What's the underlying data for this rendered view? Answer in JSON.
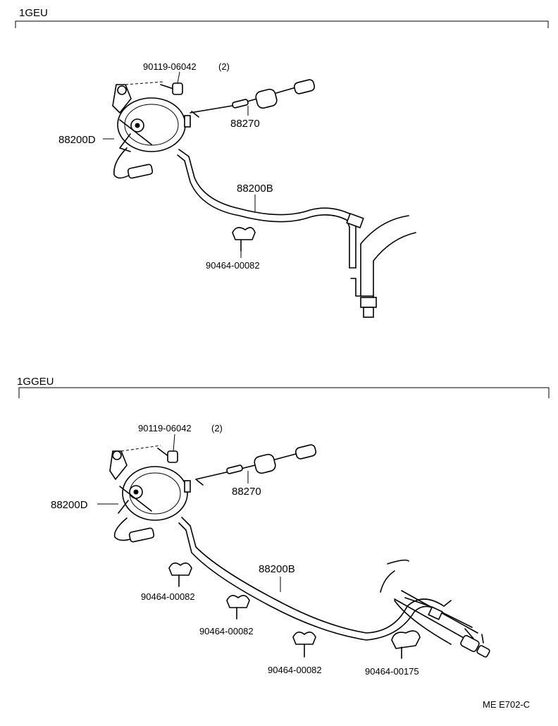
{
  "sections": [
    {
      "title": "1GEU",
      "parts": {
        "bolt": "90119-06042",
        "bolt_qty": "(2)",
        "actuator": "88200D",
        "cable": "88270",
        "hose": "88200B",
        "clamp": "90464-00082"
      }
    },
    {
      "title": "1GGEU",
      "parts": {
        "bolt": "90119-06042",
        "bolt_qty": "(2)",
        "actuator": "88200D",
        "cable": "88270",
        "hose": "88200B",
        "clamp_1": "90464-00082",
        "clamp_2": "90464-00082",
        "clamp_3": "90464-00082",
        "clamp_4": "90464-00175"
      }
    }
  ],
  "footer": {
    "ref": "ME E702-C"
  }
}
